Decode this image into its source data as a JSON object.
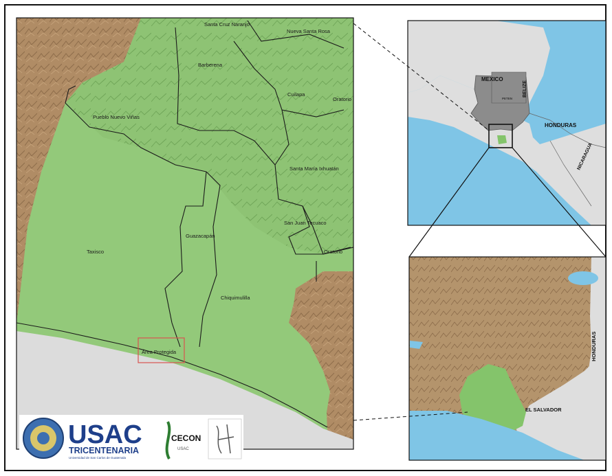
{
  "main_map": {
    "place_labels": [
      "Santa Cruz Naranjo",
      "Nueva Santa Rosa",
      "Barberena",
      "Cuilapa",
      "Oratorio",
      "Pueblo Nuevo Viñas",
      "Santa María Ixhuatán",
      "San Juan Tecuaco",
      "Guazacapán",
      "Taxisco",
      "Chiquimulilla",
      "Oratorio",
      "Área Protegida"
    ],
    "colors": {
      "municipality_fill": "#93c97a",
      "relief_fill": "#b08c65",
      "sea_fill": "#dcdcdc",
      "boundary": "#1a1a1a",
      "protected_area_box": "#d9534f"
    }
  },
  "inset_region": {
    "country_labels": [
      "MEXICO",
      "BELIZE",
      "HONDURAS",
      "NICARAGUA",
      "PETEN"
    ],
    "colors": {
      "water": "#7fc5e6",
      "other_land": "#dedede",
      "guatemala": "#8c8c8c",
      "study_area": "#84c46b"
    }
  },
  "inset_zoom": {
    "country_labels": [
      "HONDURAS",
      "EL SALVADOR"
    ],
    "colors": {
      "relief": "#b4946c",
      "study_area": "#84c46b",
      "other_land": "#dedede",
      "water": "#7fc5e6"
    }
  },
  "logos": {
    "usac_title": "USAC",
    "usac_subtitle": "TRICENTENARIA",
    "usac_tagline": "Universidad de San Carlos de Guatemala",
    "cecon_title": "CECON",
    "cecon_sub": "USAC"
  }
}
